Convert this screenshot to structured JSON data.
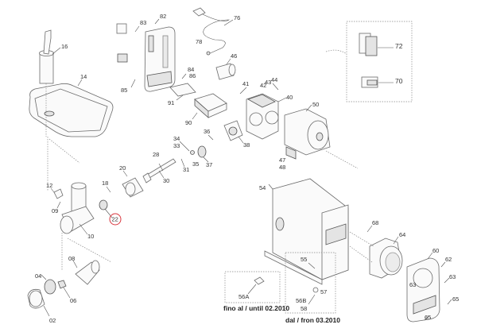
{
  "diagram": {
    "title": "Meat mincer exploded parts view",
    "highlight_color": "#d9363e",
    "highlighted_part": "22",
    "parts": {
      "p02": "02",
      "p04": "04",
      "p06": "06",
      "p08": "08",
      "p09": "09",
      "p10": "10",
      "p12": "12",
      "p14": "14",
      "p16": "16",
      "p18": "18",
      "p20": "20",
      "p22": "22",
      "p28": "28",
      "p30": "30",
      "p31": "31",
      "p33": "33",
      "p34": "34",
      "p35": "35",
      "p36": "36",
      "p37": "37",
      "p38": "38",
      "p40": "40",
      "p41": "41",
      "p42": "42",
      "p43": "43",
      "p44": "44",
      "p46": "46",
      "p47": "47",
      "p48": "48",
      "p50": "50",
      "p54": "54",
      "p55": "55",
      "p56A": "56A",
      "p56B": "56B",
      "p57": "57",
      "p58": "58",
      "p60": "60",
      "p62": "62",
      "p63a": "63",
      "p63b": "63",
      "p64": "64",
      "p65a": "65",
      "p65b": "65",
      "p68": "68",
      "p70": "70",
      "p72": "72",
      "p76": "76",
      "p78": "78",
      "p82": "82",
      "p83": "83",
      "p84": "84",
      "p85": "85",
      "p86": "86",
      "p90": "90",
      "p91": "91"
    },
    "captions": {
      "until": "fino al / until 02.2010",
      "from": "dal / fron 03.2010"
    }
  }
}
